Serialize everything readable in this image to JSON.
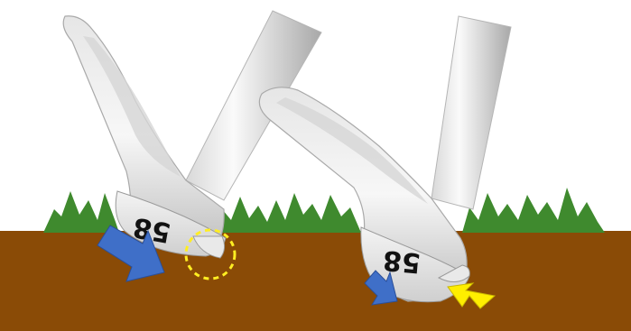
{
  "scene": {
    "colors": {
      "background": "#ffffff",
      "soil": "#8a4b06",
      "grass": "#3f8a2e",
      "metal_light": "#f2f2f2",
      "metal_mid": "#c9c9c9",
      "metal_dark": "#9a9a9a",
      "blue_arrow": "#3f6fc8",
      "yellow_arrow": "#ffee00",
      "dashed_circle": "#ffee22"
    },
    "left_wedge": {
      "loft_marking": "58",
      "arrow_icon": "blue-arrow-icon",
      "highlight": "yellow-dashed-circle"
    },
    "right_wedge": {
      "loft_marking": "58",
      "arrow_icons": [
        "blue-arrow-icon",
        "yellow-arrow-icon"
      ]
    }
  }
}
